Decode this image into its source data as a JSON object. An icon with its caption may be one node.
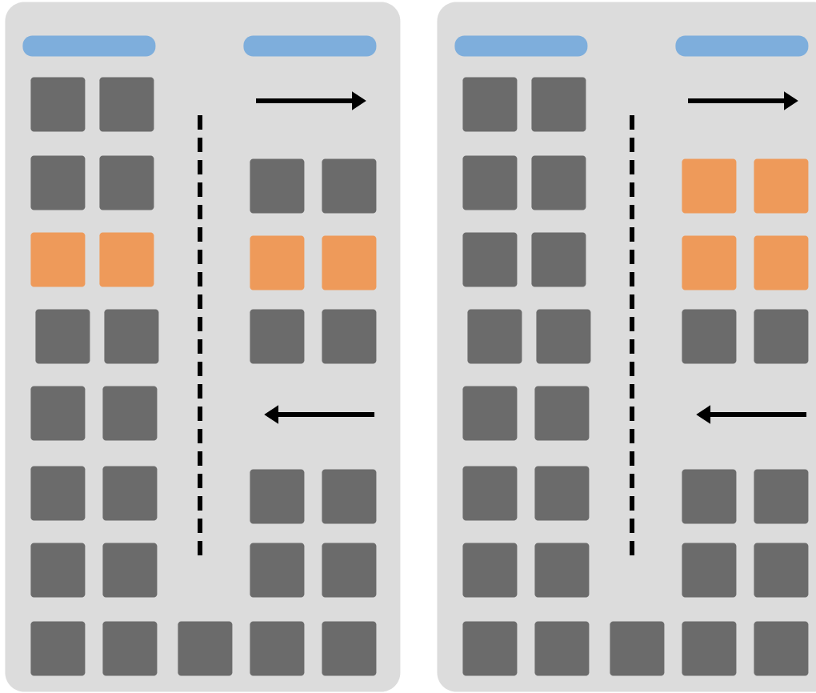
{
  "diagram": {
    "nodes": [
      {
        "text": [],
        "shape": "box"
      },
      {
        "text": [],
        "shape": "bar",
        "in": 0
      },
      {
        "text": [],
        "shape": "bar",
        "in": 0
      },
      {
        "text": [],
        "shape": "box",
        "in": 0
      },
      {
        "text": [],
        "shape": "box",
        "in": 0
      },
      {
        "text": [],
        "shape": "box",
        "in": 0
      },
      {
        "text": [],
        "shape": "box",
        "in": 0
      },
      {
        "text": [],
        "shape": "box",
        "in": 0
      },
      {
        "text": [],
        "shape": "box",
        "in": 0
      },
      {
        "text": [],
        "shape": "box",
        "in": 0
      },
      {
        "text": [],
        "shape": "box",
        "in": 0
      },
      {
        "text": [],
        "shape": "box",
        "in": 0
      },
      {
        "text": [],
        "shape": "box",
        "in": 0
      },
      {
        "text": [],
        "shape": "box",
        "in": 0
      },
      {
        "text": [],
        "shape": "box",
        "in": 0
      },
      {
        "text": [],
        "shape": "box",
        "in": 0
      },
      {
        "text": [],
        "shape": "box",
        "in": 0
      },
      {
        "text": [],
        "shape": "box",
        "in": 0
      },
      {
        "text": [],
        "shape": "box",
        "in": 0
      },
      {
        "text": [],
        "shape": "box",
        "in": 0
      },
      {
        "text": [],
        "shape": "box",
        "in": 0
      },
      {
        "text": [],
        "shape": "box",
        "in": 0
      },
      {
        "text": [],
        "shape": "box",
        "in": 0
      },
      {
        "text": [],
        "shape": "box",
        "in": 0
      },
      {
        "text": [],
        "shape": "box",
        "in": 0
      },
      {
        "text": [],
        "shape": "box",
        "in": 0
      },
      {
        "text": [],
        "shape": "box",
        "in": 0
      },
      {
        "text": [],
        "shape": "box",
        "in": 0
      },
      {
        "text": [],
        "shape": "box",
        "in": 0
      },
      {
        "text": [],
        "shape": "box",
        "in": 0
      },
      {
        "text": [],
        "shape": "box",
        "in": 0
      },
      {
        "text": [],
        "shape": "box",
        "in": 0
      },
      {
        "text": [],
        "shape": "box"
      },
      {
        "text": [],
        "shape": "bar",
        "in": 32
      },
      {
        "text": [],
        "shape": "bar",
        "in": 32
      },
      {
        "text": [],
        "shape": "box",
        "in": 32
      },
      {
        "text": [],
        "shape": "box",
        "in": 32
      },
      {
        "text": [],
        "shape": "box",
        "in": 32
      },
      {
        "text": [],
        "shape": "box",
        "in": 32
      },
      {
        "text": [],
        "shape": "box",
        "in": 32
      },
      {
        "text": [],
        "shape": "box",
        "in": 32
      },
      {
        "text": [],
        "shape": "box",
        "in": 32
      },
      {
        "text": [],
        "shape": "box",
        "in": 32
      },
      {
        "text": [],
        "shape": "box",
        "in": 32
      },
      {
        "text": [],
        "shape": "box",
        "in": 32
      },
      {
        "text": [],
        "shape": "box",
        "in": 32
      },
      {
        "text": [],
        "shape": "box",
        "in": 32
      },
      {
        "text": [],
        "shape": "box",
        "in": 32
      },
      {
        "text": [],
        "shape": "box",
        "in": 32
      },
      {
        "text": [],
        "shape": "box",
        "in": 32
      },
      {
        "text": [],
        "shape": "box",
        "in": 32
      },
      {
        "text": [],
        "shape": "box",
        "in": 32
      },
      {
        "text": [],
        "shape": "box",
        "in": 32
      },
      {
        "text": [],
        "shape": "box",
        "in": 32
      },
      {
        "text": [],
        "shape": "box",
        "in": 32
      },
      {
        "text": [],
        "shape": "box",
        "in": 32
      },
      {
        "text": [],
        "shape": "box",
        "in": 32
      },
      {
        "text": [],
        "shape": "box",
        "in": 32
      },
      {
        "text": [],
        "shape": "box",
        "in": 32
      },
      {
        "text": [],
        "shape": "box",
        "in": 32
      },
      {
        "text": [],
        "shape": "box",
        "in": 32
      },
      {
        "text": [],
        "shape": "box",
        "in": 32
      },
      {
        "text": [],
        "shape": "box",
        "in": 32
      },
      {
        "text": [],
        "shape": "box",
        "in": 32
      }
    ]
  }
}
